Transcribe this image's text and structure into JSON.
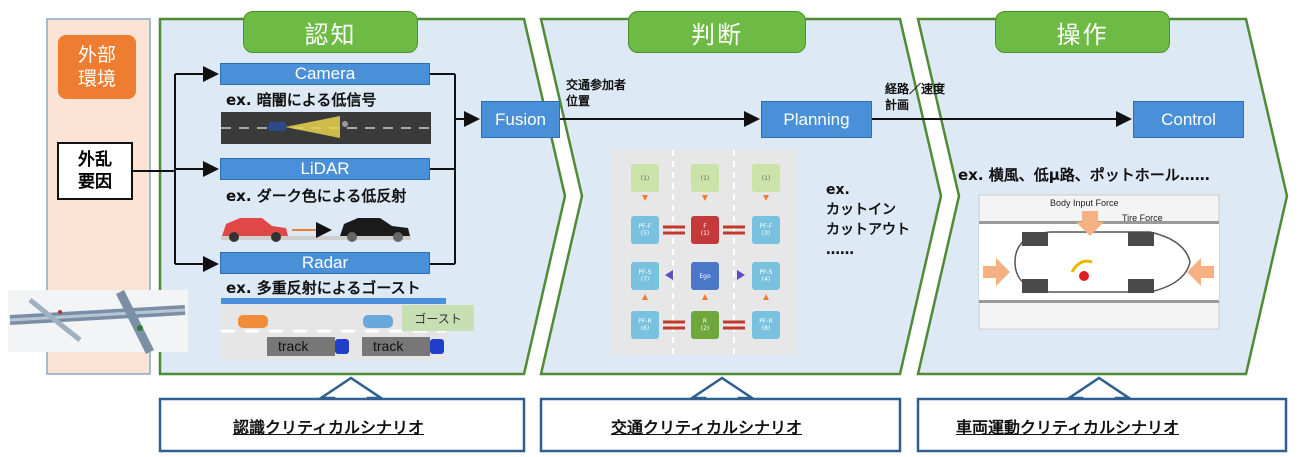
{
  "external": {
    "label": "外部\n環境",
    "disturbance": "外乱\n要因"
  },
  "stages": {
    "recognition": "認知",
    "judgment": "判断",
    "operation": "操作"
  },
  "sensors": {
    "camera": "Camera",
    "camera_ex": "ex. 暗闇による低信号",
    "lidar": "LiDAR",
    "lidar_ex": "ex. ダーク色による低反射",
    "radar": "Radar",
    "radar_ex": "ex. 多重反射によるゴースト",
    "ghost": "ゴースト",
    "track1": "track",
    "track2": "track"
  },
  "pipeline": {
    "fusion": "Fusion",
    "planning": "Planning",
    "control": "Control",
    "fusion_out": "交通参加者\n位置",
    "planning_out": "経路／速度\n計画"
  },
  "judgment_ex": "ex.\nカットイン\nカットアウト\n……",
  "grid": {
    "top": [
      "(1)",
      "(1)",
      "(1)"
    ],
    "row2": [
      "PF-F\n(5)",
      "F\n(1)",
      "PF-F\n(3)"
    ],
    "row3": [
      "PF-S\n(7)",
      "Ego",
      "PF-S\n(4)"
    ],
    "row4": [
      "PF-R\n(6)",
      "R\n(2)",
      "PF-R\n(8)"
    ]
  },
  "operation_ex": "ex. 横風、低μ路、ポットホール……",
  "vehicle_diagram": {
    "body_force": "Body Input Force",
    "tire_force": "Tire Force"
  },
  "scenarios": {
    "recognition": "認識クリティカルシナリオ",
    "traffic": "交通クリティカルシナリオ",
    "vehicle": "車両運動クリティカルシナリオ"
  },
  "colors": {
    "blue": "#4a90d9",
    "green": "#6dbb45",
    "orange": "#ee7d31",
    "panel": "#dde9f5",
    "border": "#5b8a3a"
  }
}
